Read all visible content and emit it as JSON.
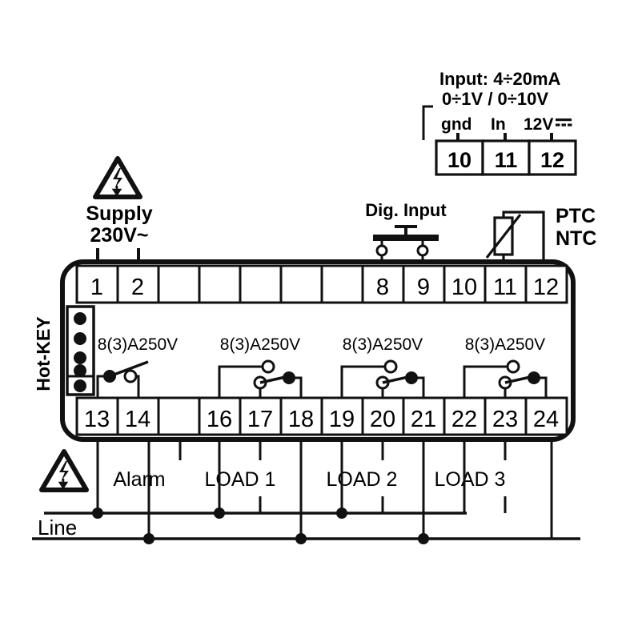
{
  "diagram": {
    "title": "Electronic controller terminal wiring diagram",
    "device": {
      "hot_key_label": "Hot-KEY",
      "hot_key_pins": 5
    },
    "probe_block": {
      "caption_line1": "Input: 4÷20mA",
      "caption_line2": "0÷1V / 0÷10V",
      "pin_labels": [
        "gnd",
        "In",
        "12V"
      ],
      "dc_symbol": "⏜",
      "terminals": [
        "10",
        "11",
        "12"
      ]
    },
    "supply": {
      "label_line1": "Supply",
      "label_line2": "230V~",
      "hazard_icon": "high-voltage-warning",
      "terminals": [
        "1",
        "2"
      ]
    },
    "digital_input": {
      "label": "Dig. Input",
      "terminals": [
        "8",
        "9"
      ]
    },
    "sensor": {
      "label_line1": "PTC",
      "label_line2": "NTC",
      "terminals": [
        "11",
        "12"
      ]
    },
    "top_row": {
      "cells": [
        "1",
        "2",
        "",
        "",
        "",
        "",
        "",
        "8",
        "9",
        "10",
        "11",
        "12"
      ]
    },
    "bottom_row": {
      "cells": [
        "13",
        "14",
        "",
        "16",
        "17",
        "18",
        "19",
        "20",
        "21",
        "22",
        "23",
        "24"
      ]
    },
    "relays": [
      {
        "rating": "8(3)A250V",
        "name": "alarm-relay",
        "type": "spst-no",
        "terminals": [
          "13",
          "14"
        ]
      },
      {
        "rating": "8(3)A250V",
        "name": "load1-relay",
        "type": "spdt",
        "terminals": [
          "16",
          "17",
          "18"
        ]
      },
      {
        "rating": "8(3)A250V",
        "name": "load2-relay",
        "type": "spdt",
        "terminals": [
          "19",
          "20",
          "21"
        ]
      },
      {
        "rating": "8(3)A250V",
        "name": "load3-relay",
        "type": "spdt",
        "terminals": [
          "22",
          "23",
          "24"
        ]
      }
    ],
    "loads": [
      {
        "label": "Alarm"
      },
      {
        "label": "LOAD 1"
      },
      {
        "label": "LOAD 2"
      },
      {
        "label": "LOAD 3"
      }
    ],
    "line": {
      "label": "Line",
      "hazard_icon": "high-voltage-warning"
    }
  }
}
